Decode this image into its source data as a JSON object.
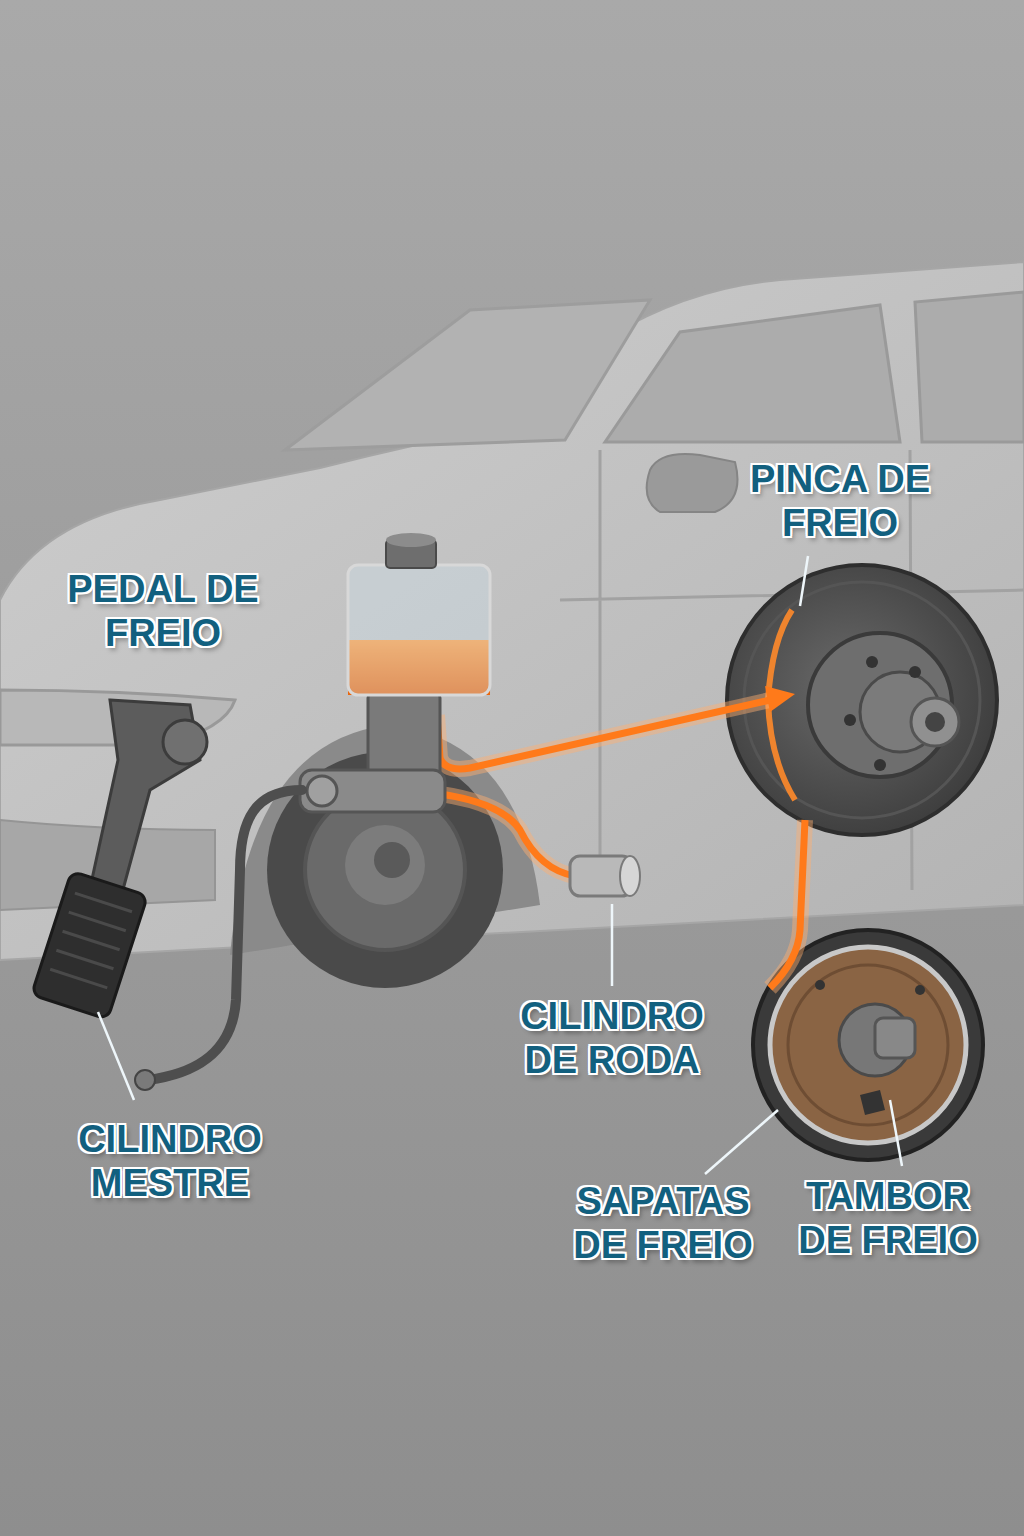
{
  "diagram": {
    "labels": [
      "PINCA DE FREIO",
      "PEDAL DE FREIO",
      "CILINDRO DE RODA",
      "CILINDRO MESTRE",
      "SAPATAS DE FREIO",
      "TAMBOR DE FREIO"
    ]
  }
}
